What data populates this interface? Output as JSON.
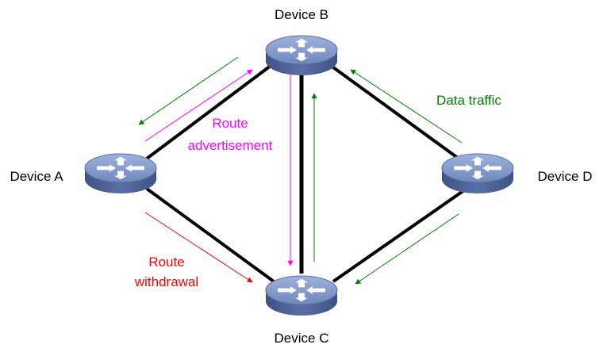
{
  "devices": {
    "a": {
      "label": "Device A"
    },
    "b": {
      "label": "Device B"
    },
    "c": {
      "label": "Device C"
    },
    "d": {
      "label": "Device D"
    }
  },
  "annotations": {
    "route_advertisement": {
      "line1": "Route",
      "line2": "advertisement"
    },
    "route_withdrawal": {
      "line1": "Route",
      "line2": "withdrawal"
    },
    "data_traffic": "Data traffic"
  },
  "colors": {
    "link": "#000000",
    "advertisement": "#ff00ff",
    "withdrawal": "#ff0000",
    "traffic": "#008000",
    "router_top": "#7b93c6",
    "router_side": "#4a5f95",
    "router_icon": "#ffffff"
  },
  "icons": {
    "router": "router-icon"
  }
}
